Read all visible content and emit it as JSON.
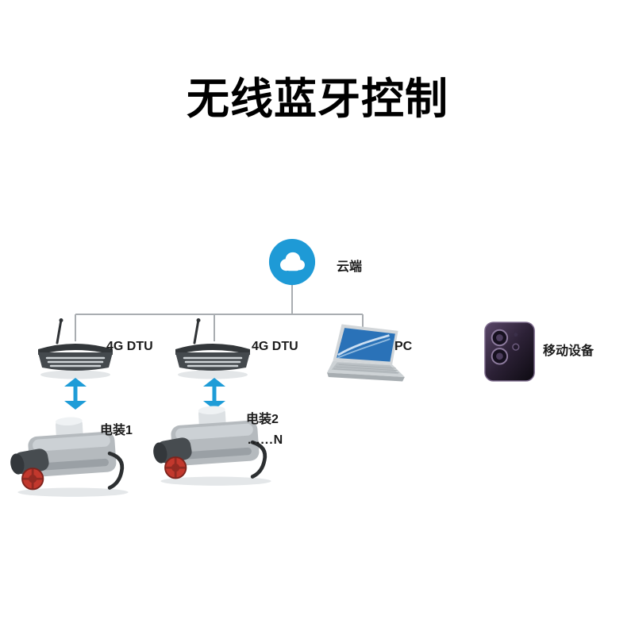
{
  "title": "无线蓝牙控制",
  "nodes": {
    "cloud": {
      "label": "云端"
    },
    "dtu1": {
      "label": "4G DTU"
    },
    "dtu2": {
      "label": "4G DTU"
    },
    "pc": {
      "label": "PC"
    },
    "mobile": {
      "label": "移动设备"
    },
    "actuator1": {
      "label": "电装1"
    },
    "actuator2": {
      "label": "电装2",
      "sublabel": "......N"
    }
  },
  "colors": {
    "cloud": "#1e9ad6",
    "link": "#1e9cd7",
    "connector": "#a9adb1",
    "title": "#000000"
  }
}
